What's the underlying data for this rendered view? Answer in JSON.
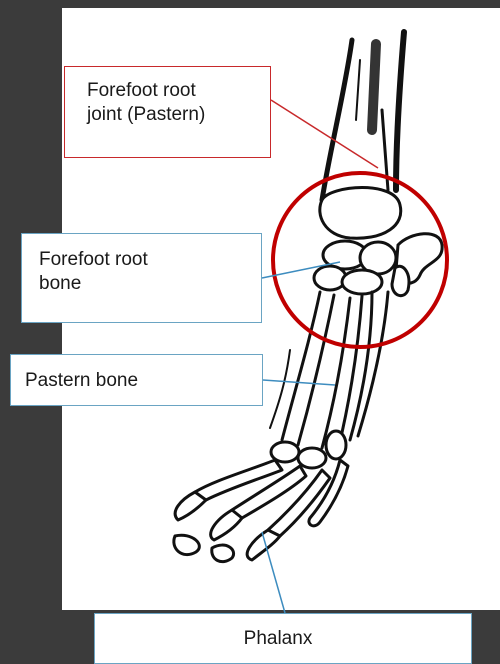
{
  "labels": {
    "joint_line1": "Forefoot root",
    "joint_line2": "joint (Pastern)",
    "root_line1": "Forefoot root",
    "root_line2": "bone",
    "pastern": "Pastern bone",
    "phalanx": "Phalanx"
  },
  "colors": {
    "background": "#3b3b3b",
    "panel": "#ffffff",
    "highlight_circle": "#c00000",
    "leader_line_blue": "#3d8cbf",
    "joint_box_border": "#c8292b",
    "bone_ink": "#111111"
  }
}
